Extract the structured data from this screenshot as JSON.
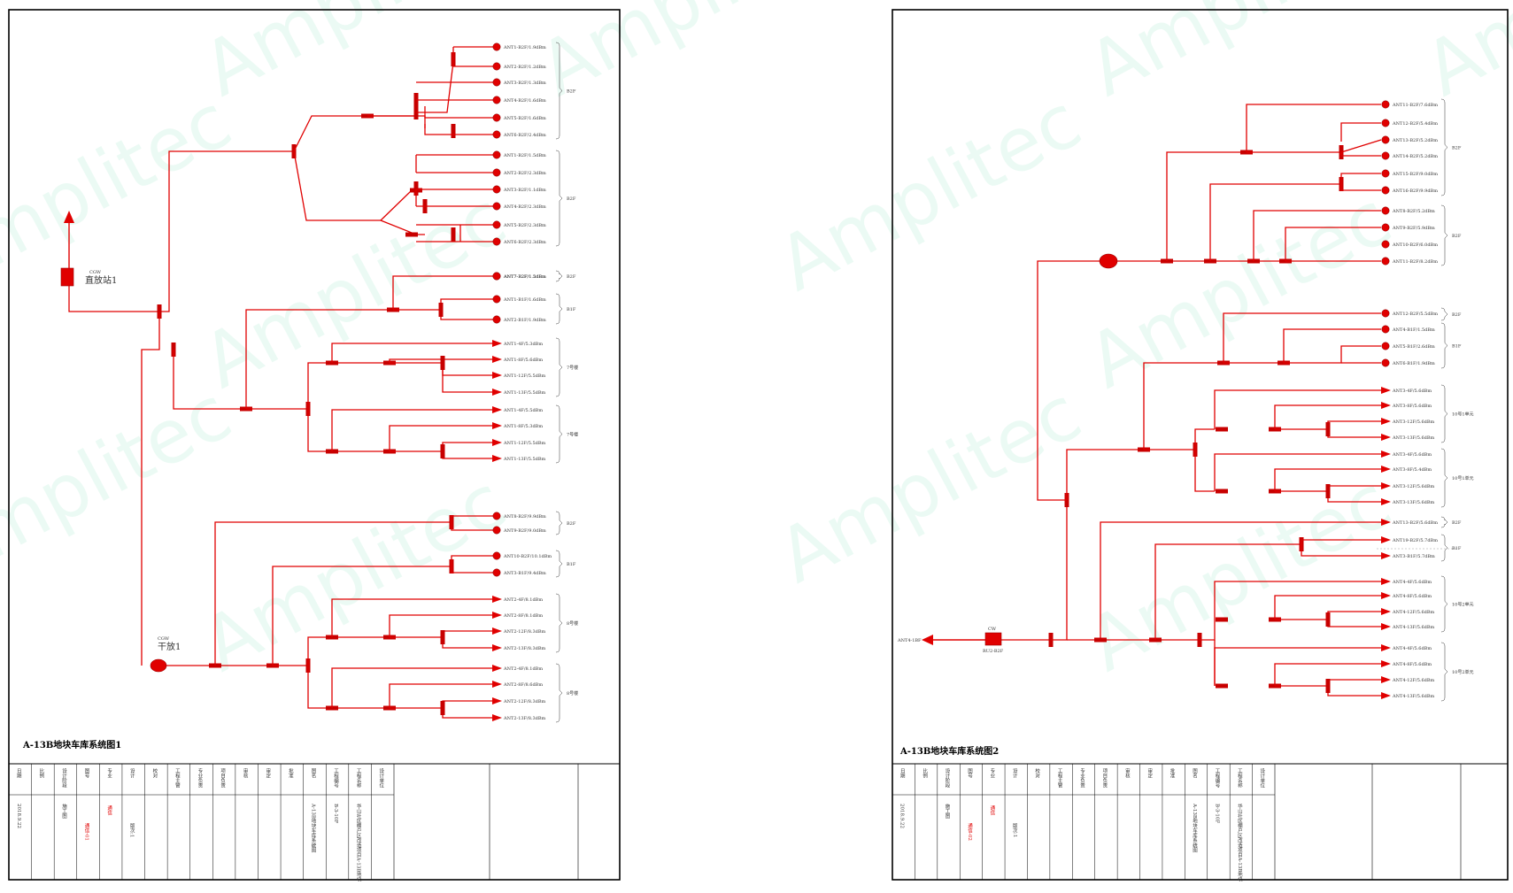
{
  "watermark": "Amplitec",
  "sheets": [
    {
      "caption": "A-13B地块车库系统图1",
      "source_top": {
        "name": "直放站1",
        "code": "CGW"
      },
      "source_bottom": {
        "name": "干放1",
        "code": "CGW"
      },
      "title_block": {
        "headers": [
          "日期",
          "比例",
          "设计阶段",
          "图号",
          "专业",
          "设计",
          "校对",
          "工程主管",
          "专业负责",
          "项目负责",
          "审核",
          "审定",
          "批准",
          "图名",
          "工程编号",
          "工程名称",
          "设计单位"
        ],
        "values": {
          "date": "2018.9.22",
          "stage": "施工图",
          "drawing_no": "通信-01",
          "discipline": "通信",
          "drawing_name": "A-13B地块车库系统图",
          "project_no": "B-3-10F",
          "project_name": "华山社区棚户区改造项目A-13B地块",
          "version": "版次:1"
        }
      },
      "antennas": [
        {
          "label": "ANT1-B2F/1.9dBm"
        },
        {
          "label": "ANT2-B2F/1.2dBm"
        },
        {
          "label": "ANT3-B2F/1.3dBm"
        },
        {
          "label": "ANT4-B2F/1.6dBm"
        },
        {
          "label": "ANT5-B2F/1.6dBm"
        },
        {
          "label": "ANT6-B2F/2.4dBm"
        },
        {
          "label": "ANT1-B2F/1.5dBm"
        },
        {
          "label": "ANT2-B2F/2.3dBm"
        },
        {
          "label": "ANT3-B2F/1.1dBm"
        },
        {
          "label": "ANT4-B2F/2.3dBm"
        },
        {
          "label": "ANT5-B2F/2.3dBm"
        },
        {
          "label": "ANT6-B2F/2.3dBm"
        },
        {
          "label": "ANT7-B2F/1.2dBm"
        },
        {
          "label": "ANT7-B2F/1.5dBm"
        },
        {
          "label": "ANT1-B1F/1.6dBm"
        },
        {
          "label": "ANT2-B1F/1.9dBm"
        },
        {
          "label": "ANT1-4F/5.3dBm"
        },
        {
          "label": "ANT1-8F/5.6dBm"
        },
        {
          "label": "ANT1-12F/5.5dBm"
        },
        {
          "label": "ANT1-13F/5.5dBm"
        },
        {
          "label": "ANT1-4F/5.5dBm"
        },
        {
          "label": "ANT1-8F/5.3dBm"
        },
        {
          "label": "ANT1-12F/5.5dBm"
        },
        {
          "label": "ANT1-13F/5.5dBm"
        },
        {
          "label": "ANT8-B2F/9.9dBm"
        },
        {
          "label": "ANT9-B2F/9.0dBm"
        },
        {
          "label": "ANT10-B2F/10.1dBm"
        },
        {
          "label": "ANT3-B1F/9.4dBm"
        },
        {
          "label": "ANT2-4F/8.1dBm"
        },
        {
          "label": "ANT2-8F/8.1dBm"
        },
        {
          "label": "ANT2-12F/8.3dBm"
        },
        {
          "label": "ANT2-13F/8.3dBm"
        },
        {
          "label": "ANT2-4F/8.1dBm"
        },
        {
          "label": "ANT2-8F/8.6dBm"
        },
        {
          "label": "ANT2-12F/8.3dBm"
        },
        {
          "label": "ANT2-13F/8.3dBm"
        }
      ],
      "groups": [
        "B2F",
        "B2F",
        "B2F",
        "B1F",
        "7号楼",
        "7号楼",
        "B2F",
        "B1F",
        "8号楼",
        "8号楼"
      ]
    },
    {
      "caption": "A-13B地块车库系统图2",
      "source": {
        "name": "RU2-B2F",
        "code": "CW"
      },
      "feeder": "ANT4-1BF",
      "title_block": {
        "headers": [
          "日期",
          "比例",
          "设计阶段",
          "图号",
          "专业",
          "设计",
          "校对",
          "工程主管",
          "专业负责",
          "项目负责",
          "审核",
          "审定",
          "批准",
          "图名",
          "工程编号",
          "工程名称",
          "设计单位"
        ],
        "values": {
          "date": "2018.9.22",
          "stage": "施工图",
          "drawing_no": "通信-02",
          "discipline": "通信",
          "drawing_name": "A-13B地块车库系统图",
          "project_no": "B-3-10F",
          "project_name": "华山社区棚户区改造项目A-13B地块",
          "version": "版次:1"
        }
      },
      "antennas": [
        {
          "label": "ANT11-B2F/7.6dBm"
        },
        {
          "label": "ANT12-B2F/5.4dBm"
        },
        {
          "label": "ANT13-B2F/5.2dBm"
        },
        {
          "label": "ANT14-B2F/5.2dBm"
        },
        {
          "label": "ANT15-B2F/9.0dBm"
        },
        {
          "label": "ANT16-B2F/9.9dBm"
        },
        {
          "label": "ANT8-B2F/5.2dBm"
        },
        {
          "label": "ANT9-B2F/5.9dBm"
        },
        {
          "label": "ANT10-B2F/6.0dBm"
        },
        {
          "label": "ANT11-B2F/8.2dBm"
        },
        {
          "label": "ANT12-B2F/5.5dBm"
        },
        {
          "label": "ANT4-B1F/1.5dBm"
        },
        {
          "label": "ANT5-B1F/2.6dBm"
        },
        {
          "label": "ANT6-B1F/1.9dBm"
        },
        {
          "label": "ANT3-4F/5.6dBm"
        },
        {
          "label": "ANT3-8F/5.6dBm"
        },
        {
          "label": "ANT3-12F/5.6dBm"
        },
        {
          "label": "ANT3-13F/5.6dBm"
        },
        {
          "label": "ANT3-4F/5.6dBm"
        },
        {
          "label": "ANT3-8F/5.4dBm"
        },
        {
          "label": "ANT3-12F/5.6dBm"
        },
        {
          "label": "ANT3-13F/5.6dBm"
        },
        {
          "label": "ANT13-B2F/5.6dBm"
        },
        {
          "label": "ANT19-B2F/5.7dBm"
        },
        {
          "label": "ANT3-B1F/5.7dBm"
        },
        {
          "label": "ANT4-4F/5.6dBm"
        },
        {
          "label": "ANT4-8F/5.6dBm"
        },
        {
          "label": "ANT4-12F/5.6dBm"
        },
        {
          "label": "ANT4-13F/5.6dBm"
        },
        {
          "label": "ANT4-4F/5.6dBm"
        },
        {
          "label": "ANT4-8F/5.6dBm"
        },
        {
          "label": "ANT4-12F/5.6dBm"
        },
        {
          "label": "ANT4-13F/5.6dBm"
        }
      ],
      "groups": [
        "B2F",
        "B2F",
        "B2F",
        "B1F",
        "10号1单元",
        "10号1单元",
        "B2F",
        "B1F",
        "10号2单元",
        "10号2单元"
      ]
    }
  ]
}
